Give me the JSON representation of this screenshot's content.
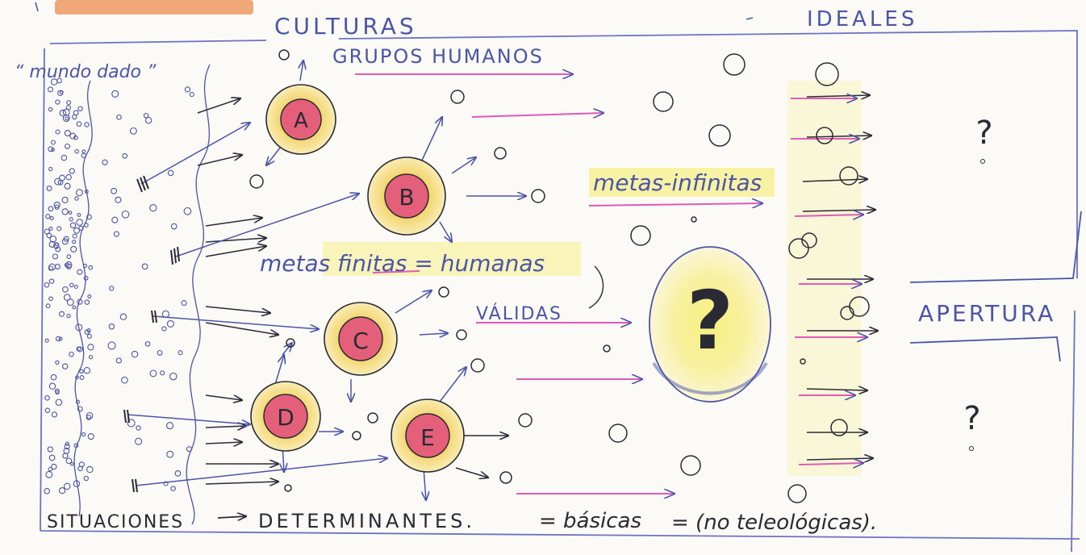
{
  "header": {
    "cultures_label": "CULTURAS",
    "ideals_label": "IDEALES"
  },
  "labels": {
    "given_world": "“ mundo dado ”",
    "human_groups": "GRUPOS HUMANOS",
    "infinite_goals": "metas-infinitas",
    "finite_goals": "metas finitas = humanas",
    "valid": "VÁLIDAS",
    "opening": "APERTURA",
    "central_question": "?",
    "question_top": "?",
    "question_bottom": "?"
  },
  "groups": [
    "A",
    "B",
    "C",
    "D",
    "E"
  ],
  "footer": {
    "situations": "SITUACIONES",
    "determinants": "DETERMINANTES.",
    "basic": "= básicas",
    "non_teleological": "= (no teleológicas)."
  },
  "colors": {
    "ink_blue": "#4a55a8",
    "ink_dark": "#2a2a35",
    "pink_arrow": "#e05ab8",
    "highlight_yellow": "#f5ef7a",
    "group_fill": "#e4607a",
    "orange_tab": "#f0a77a"
  }
}
